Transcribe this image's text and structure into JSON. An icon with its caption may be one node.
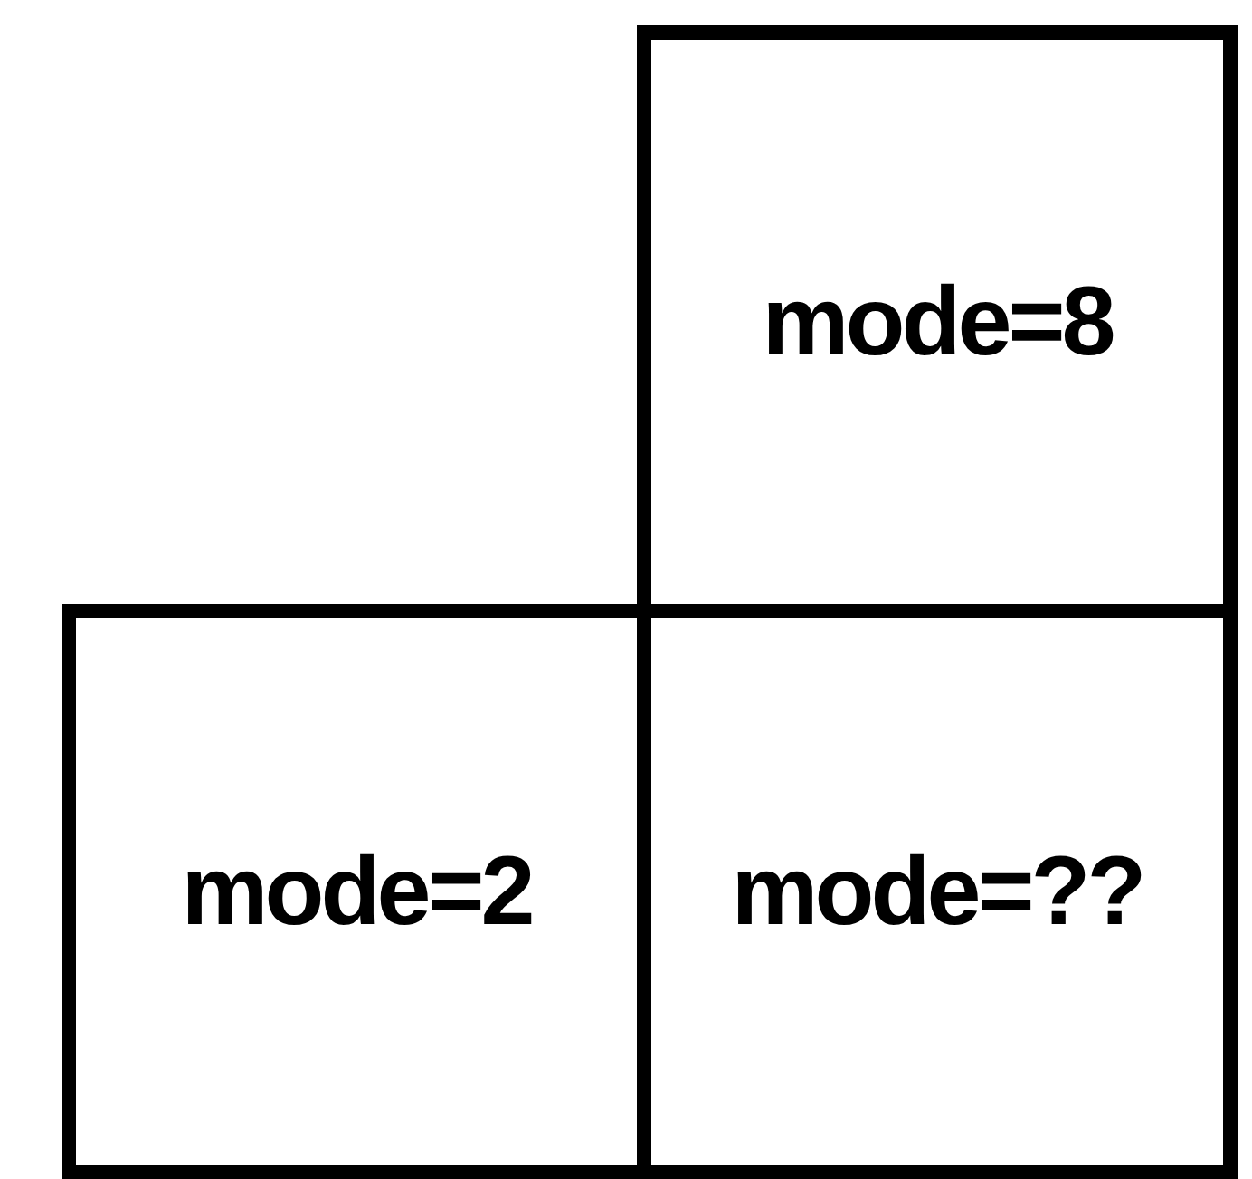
{
  "diagram": {
    "nodes": [
      {
        "text": [
          "mode=8"
        ]
      },
      {
        "text": [
          "mode=2"
        ]
      },
      {
        "text": [
          "mode=??"
        ]
      }
    ]
  }
}
